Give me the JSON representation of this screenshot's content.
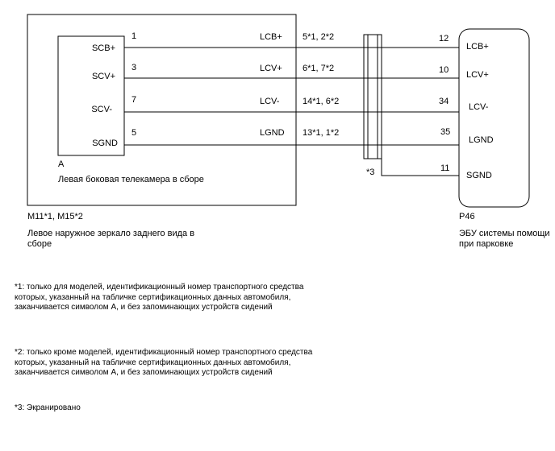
{
  "left_module": {
    "inner_letter": "A",
    "inner_name": "Левая боковая телекамера в сборе",
    "connector": "M11*1, M15*2",
    "description_line1": "Левое наружное зеркало заднего вида в",
    "description_line2": "сборе"
  },
  "right_module": {
    "connector": "P46",
    "description_line1": "ЭБУ системы помощи",
    "description_line2": "при парковке"
  },
  "wires": [
    {
      "inner_pin_label": "SCB+",
      "inner_pin": "1",
      "wire_label": "LCB+",
      "outer_pins": "5*1, 2*2",
      "ecu_pin": "12",
      "ecu_pin_label": "LCB+"
    },
    {
      "inner_pin_label": "SCV+",
      "inner_pin": "3",
      "wire_label": "LCV+",
      "outer_pins": "6*1, 7*2",
      "ecu_pin": "10",
      "ecu_pin_label": "LCV+"
    },
    {
      "inner_pin_label": "SCV-",
      "inner_pin": "7",
      "wire_label": "LCV-",
      "outer_pins": "14*1, 6*2",
      "ecu_pin": "34",
      "ecu_pin_label": "LCV-"
    },
    {
      "inner_pin_label": "SGND",
      "inner_pin": "5",
      "wire_label": "LGND",
      "outer_pins": "13*1, 1*2",
      "ecu_pin": "35",
      "ecu_pin_label": "LGND"
    }
  ],
  "shield": {
    "label": "*3",
    "ecu_pin": "11",
    "ecu_pin_label": "SGND"
  },
  "notes": {
    "note1": "*1: только для моделей, идентификационный номер транспортного средства\nкоторых, указанный на табличке сертификационных данных автомобиля,\nзаканчивается символом A, и без запоминающих устройств сидений",
    "note2": "*2: только кроме моделей, идентификационный номер транспортного средства\nкоторых, указанный на табличке сертификационных данных автомобиля,\nзаканчивается символом A, и без запоминающих устройств сидений",
    "note3": "*3: Экранировано"
  }
}
